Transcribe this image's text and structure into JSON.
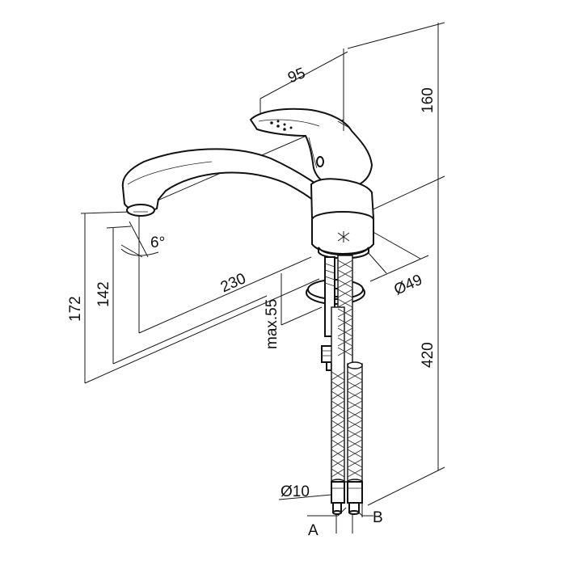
{
  "labels": {
    "width_95": "95",
    "height_160": "160",
    "angle_6": "6°",
    "length_230": "230",
    "height_142": "142",
    "height_172": "172",
    "max_55": "max.55",
    "dia_49": "Ø49",
    "height_420": "420",
    "dia_10": "Ø10",
    "conn_a": "A",
    "conn_b": "B"
  }
}
